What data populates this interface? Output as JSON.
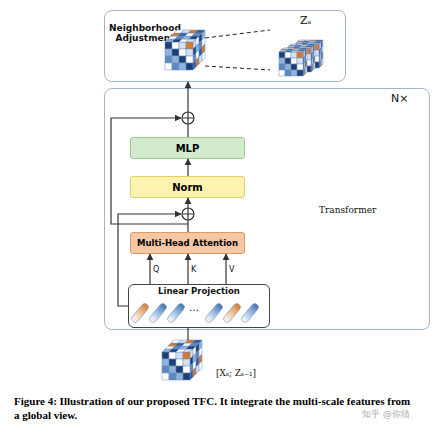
{
  "diagram": {
    "caption": "Figure 4: Illustration of our proposed TFC. It integrate the multi-scale features from a global view.",
    "nodes": [
      {
        "text": [
          "Neighborhood Adjustment"
        ]
      },
      {
        "text": [
          "N×",
          "Transformer"
        ]
      },
      {
        "text": [
          "MLP"
        ],
        "in": 1
      },
      {
        "text": [
          "Norm"
        ],
        "in": 1
      },
      {
        "text": [
          "Multi-Head Attention"
        ],
        "in": 1
      },
      {
        "text": [
          "Linear Projection"
        ],
        "in": 1
      },
      {
        "text": [
          "[Xₛ; Zₛ₋₁]"
        ]
      }
    ],
    "edges": [
      {
        "from": 6,
        "to": 5,
        "arrow": "none"
      },
      {
        "from": 5,
        "to": 4,
        "label": "Q",
        "arrow": "to"
      },
      {
        "from": 5,
        "to": 4,
        "label": "K",
        "arrow": "to"
      },
      {
        "from": 5,
        "to": 4,
        "label": "V",
        "arrow": "to"
      },
      {
        "from": 4,
        "to": 3,
        "arrow": "to"
      },
      {
        "from": 3,
        "to": 2,
        "arrow": "to"
      },
      {
        "from": 2,
        "to": 0,
        "arrow": "to"
      }
    ],
    "labels": [
      "Zₛ",
      "…",
      "知乎 @你猜"
    ]
  }
}
